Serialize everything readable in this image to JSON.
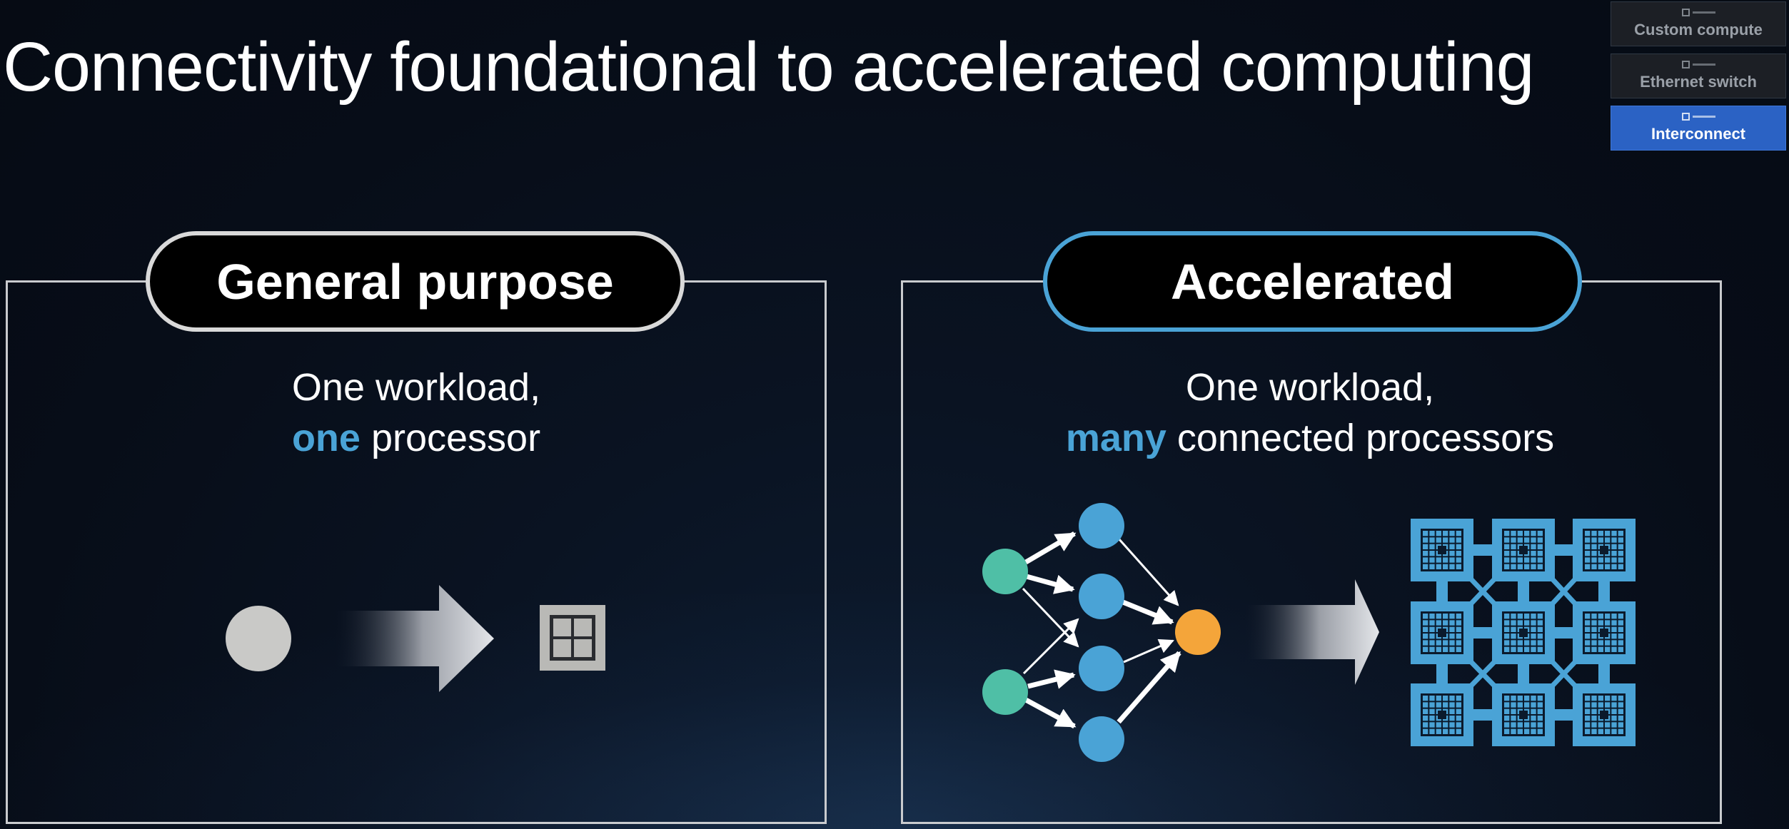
{
  "title": "Connectivity foundational to accelerated computing",
  "nav": [
    {
      "label": "Custom compute",
      "active": false
    },
    {
      "label": "Ethernet switch",
      "active": false
    },
    {
      "label": "Interconnect",
      "active": true
    }
  ],
  "general": {
    "heading": "General purpose",
    "line1": "One workload,",
    "emphasis": "one",
    "rest": " processor"
  },
  "accelerated": {
    "heading": "Accelerated",
    "line1": "One workload,",
    "emphasis": "many",
    "rest": " connected processors"
  },
  "colors": {
    "accent_blue": "#4aa3d6",
    "node_teal": "#4fbfa6",
    "node_orange": "#f4a53a",
    "chip_blue": "#4aa3d6",
    "circle_gray": "#c9c9c7"
  }
}
